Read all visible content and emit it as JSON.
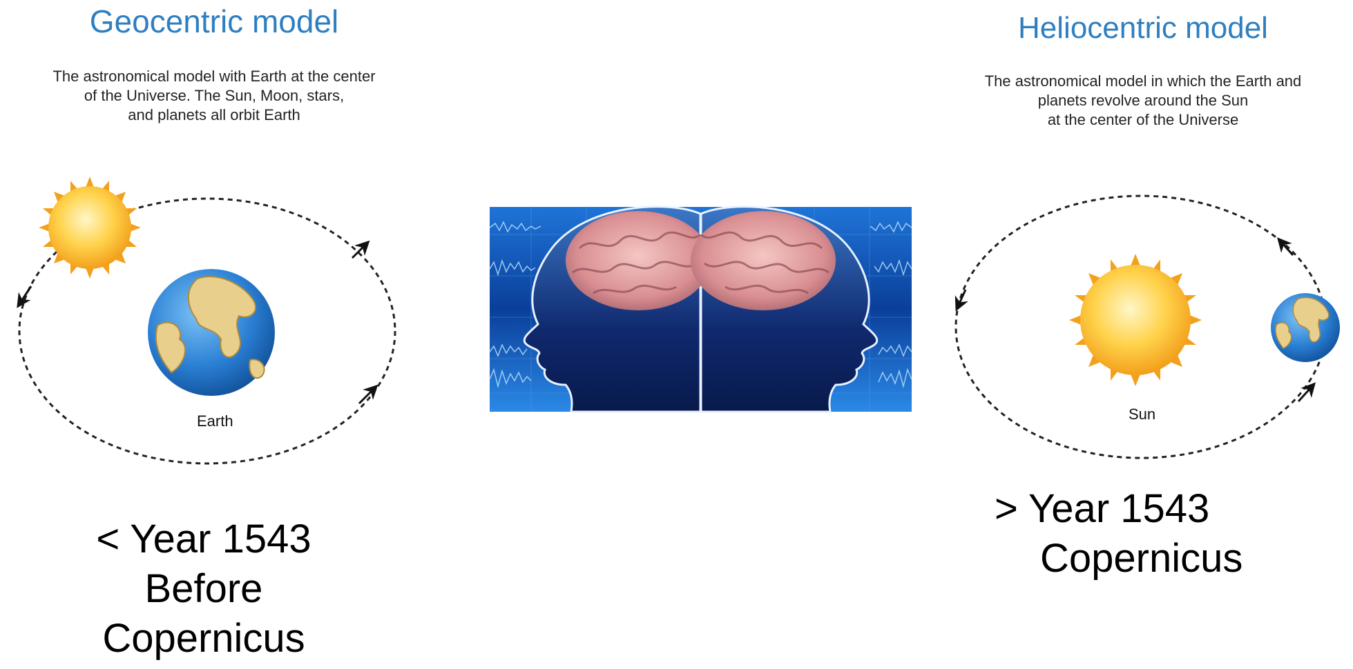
{
  "geocentric": {
    "title": "Geocentric model",
    "description_lines": [
      "The astronomical model with Earth at the center",
      "of the Universe. The Sun, Moon, stars,",
      "and planets all orbit Earth"
    ],
    "center_label": "Earth",
    "caption_lines": [
      "< Year 1543",
      "Before",
      "Copernicus"
    ]
  },
  "heliocentric": {
    "title": "Heliocentric model",
    "description_lines": [
      "The astronomical model in which the Earth and",
      "planets revolve around the Sun",
      "at the center of the Universe"
    ],
    "center_label": "Sun",
    "caption_lines": [
      "> Year 1543",
      "Copernicus"
    ]
  },
  "colors": {
    "title_blue": "#2f7fc0",
    "sun_core": "#fff6c8",
    "sun_mid": "#ffd24a",
    "sun_edge": "#f3a01c",
    "ocean": "#2a7fd4",
    "land": "#e9cf8c",
    "brain_bg": "#0a3f9a",
    "brain_pink": "#e8a7a7"
  },
  "icons": {
    "sun": "sun-icon",
    "earth": "earth-icon",
    "brain": "brain-profile-image"
  }
}
